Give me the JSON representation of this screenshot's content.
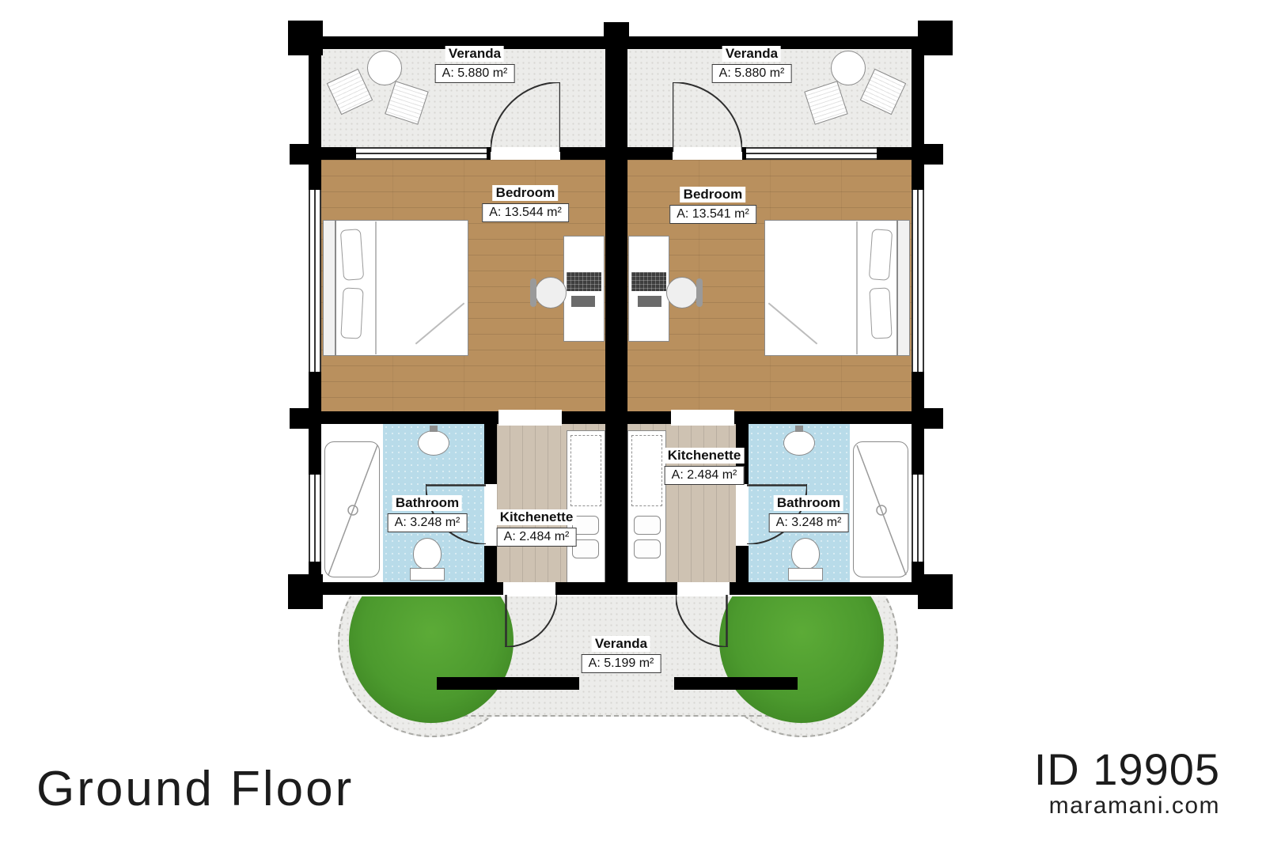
{
  "meta": {
    "floor_title": "Ground Floor",
    "plan_id": "ID 19905",
    "website": "maramani.com"
  },
  "rooms": {
    "veranda_top_left": {
      "name": "Veranda",
      "area": "A: 5.880 m²"
    },
    "veranda_top_right": {
      "name": "Veranda",
      "area": "A: 5.880 m²"
    },
    "bedroom_left": {
      "name": "Bedroom",
      "area": "A: 13.544 m²"
    },
    "bedroom_right": {
      "name": "Bedroom",
      "area": "A: 13.541 m²"
    },
    "bathroom_left": {
      "name": "Bathroom",
      "area": "A: 3.248 m²"
    },
    "bathroom_right": {
      "name": "Bathroom",
      "area": "A: 3.248 m²"
    },
    "kitchenette_left": {
      "name": "Kitchenette",
      "area": "A: 2.484 m²"
    },
    "kitchenette_right": {
      "name": "Kitchenette",
      "area": "A: 2.484 m²"
    },
    "veranda_bottom": {
      "name": "Veranda",
      "area": "A: 5.199 m²"
    }
  },
  "colors": {
    "wall": "#000000",
    "bedroom_floor": "#b9905e",
    "kitchen_floor": "#cec2b2",
    "bathroom_floor": "#b8dbe9",
    "veranda_floor": "#ececea",
    "grass": "#4c9a2e"
  }
}
